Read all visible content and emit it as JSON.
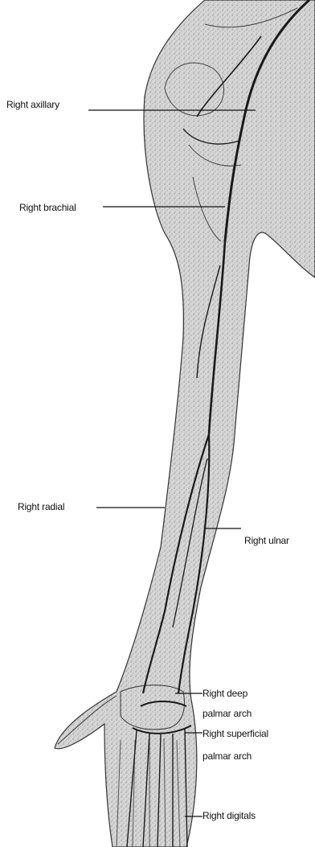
{
  "colors": {
    "background": "#ffffff",
    "skin_fill": "#cfcfcf",
    "outline": "#222222",
    "vessel": "#1a1a1a",
    "label_text": "#111111"
  },
  "labels": {
    "axillary": "Right axillary",
    "brachial": "Right brachial",
    "radial": "Right radial",
    "ulnar": "Right ulnar",
    "deep_palmar_line1": "Right deep",
    "deep_palmar_line2": "palmar arch",
    "superficial_palmar_line1": "Right superficial",
    "superficial_palmar_line2": "palmar arch",
    "digitals": "Right digitals"
  }
}
